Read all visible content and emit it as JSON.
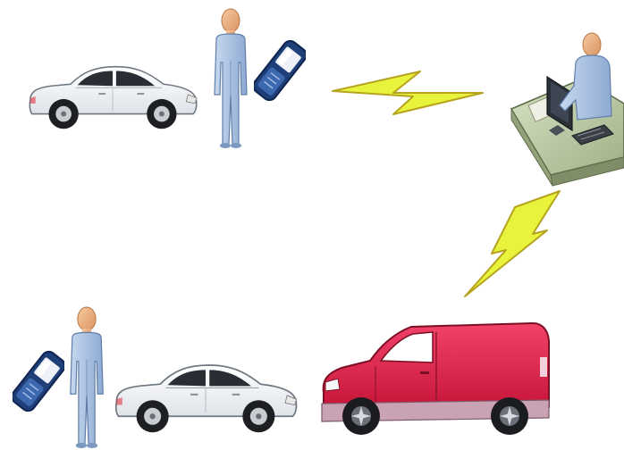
{
  "diagram": {
    "elements": [
      {
        "id": "car-top",
        "icon": "sedan-car-icon",
        "color": "#ffffff"
      },
      {
        "id": "person-top",
        "icon": "person-icon",
        "color": "#a9c3e3"
      },
      {
        "id": "phone-top",
        "icon": "mobile-phone-icon",
        "color": "#2c4f8c"
      },
      {
        "id": "signal-horizontal",
        "icon": "lightning-bolt-icon",
        "color": "#e7f23a"
      },
      {
        "id": "dispatcher",
        "icon": "operator-at-workstation-icon",
        "color": "#b8c8aa"
      },
      {
        "id": "signal-diagonal",
        "icon": "lightning-bolt-icon",
        "color": "#e7f23a"
      },
      {
        "id": "phone-bottom",
        "icon": "mobile-phone-icon",
        "color": "#2c4f8c"
      },
      {
        "id": "person-bottom",
        "icon": "person-icon",
        "color": "#a9c3e3"
      },
      {
        "id": "car-bottom",
        "icon": "sedan-car-icon",
        "color": "#ffffff"
      },
      {
        "id": "service-van",
        "icon": "van-icon",
        "color": "#e3264a"
      }
    ],
    "flow": [
      {
        "from": "phone-top",
        "to": "dispatcher",
        "via": "signal-horizontal"
      },
      {
        "from": "dispatcher",
        "to": "service-van",
        "via": "signal-diagonal"
      }
    ]
  }
}
